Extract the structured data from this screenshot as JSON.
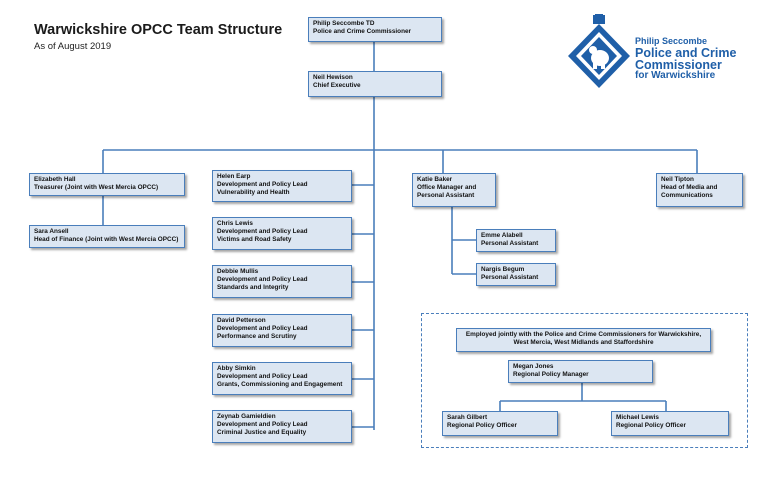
{
  "header": {
    "title": "Warwickshire OPCC Team Structure",
    "subtitle": "As of August 2019"
  },
  "logo": {
    "name": "Philip Seccombe",
    "line2": "Police and Crime",
    "line3": "Commissioner",
    "line4": "for Warwickshire",
    "colors": {
      "brand": "#1f5fa8"
    }
  },
  "colors": {
    "box_fill": "#dce6f2",
    "box_border": "#4a7ebb",
    "connector": "#4a7ebb"
  },
  "nodes": {
    "pcc": {
      "name": "Philip Seccombe TD",
      "role": "Police and Crime Commissioner"
    },
    "ceo": {
      "name": "Neil Hewison",
      "role": "Chief Executive"
    },
    "treasurer": {
      "name": "Elizabeth Hall",
      "role": "Treasurer (Joint with West Mercia OPCC)"
    },
    "finance": {
      "name": "Sara Ansell",
      "role": "Head of Finance (Joint with West Mercia OPCC)"
    },
    "earp": {
      "name": "Helen Earp",
      "role": "Development and Policy Lead",
      "area": "Vulnerability and Health"
    },
    "lewis": {
      "name": "Chris Lewis",
      "role": "Development and Policy Lead",
      "area": "Victims and Road Safety"
    },
    "mullis": {
      "name": "Debbie Mullis",
      "role": "Development and Policy Lead",
      "area": "Standards and Integrity"
    },
    "petterson": {
      "name": "David Petterson",
      "role": "Development and Policy Lead",
      "area": "Performance and Scrutiny"
    },
    "simkin": {
      "name": "Abby Simkin",
      "role": "Development and Policy Lead",
      "area": "Grants, Commissioning and Engagement"
    },
    "gamieldien": {
      "name": "Zeynab Gamieldien",
      "role": "Development and Policy Lead",
      "area": "Criminal Justice and Equality"
    },
    "baker": {
      "name": "Katie Baker",
      "role": "Office Manager and",
      "role2": "Personal Assistant"
    },
    "alabell": {
      "name": "Emme Alabell",
      "role": "Personal Assistant"
    },
    "begum": {
      "name": "Nargis Begum",
      "role": "Personal Assistant"
    },
    "tipton": {
      "name": "Neil Tipton",
      "role": "Head of Media and",
      "role2": "Communications"
    },
    "joint_note": {
      "text": "Employed jointly with the Police and Crime Commissioners for Warwickshire, West Mercia, West Midlands and Staffordshire"
    },
    "jones": {
      "name": "Megan Jones",
      "role": "Regional Policy Manager"
    },
    "gilbert": {
      "name": "Sarah Gilbert",
      "role": "Regional Policy Officer"
    },
    "mlewis": {
      "name": "Michael Lewis",
      "role": "Regional Policy Officer"
    }
  }
}
